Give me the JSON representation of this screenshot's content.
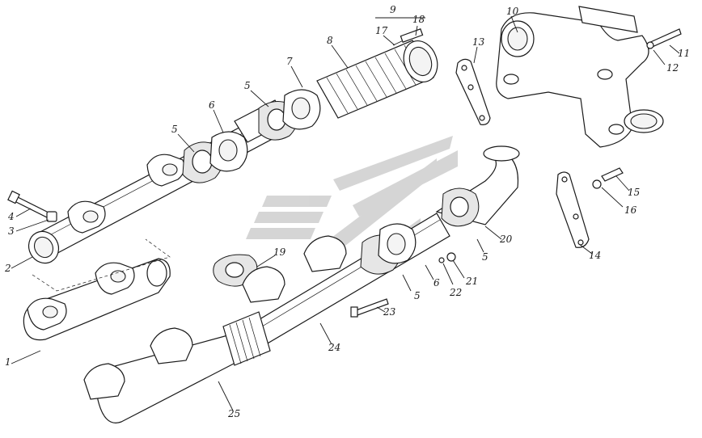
{
  "colors": {
    "ink": "#1a1a1a",
    "paper": "#ffffff",
    "watermark": "#c8c8c8"
  },
  "watermark": {
    "icon": "logo-watermark"
  },
  "callouts": [
    "1",
    "2",
    "3",
    "4",
    "5",
    "5",
    "5",
    "5",
    "6",
    "6",
    "7",
    "8",
    "9",
    "10",
    "11",
    "12",
    "13",
    "14",
    "15",
    "16",
    "17",
    "18",
    "19",
    "20",
    "21",
    "22",
    "23",
    "24",
    "25"
  ]
}
